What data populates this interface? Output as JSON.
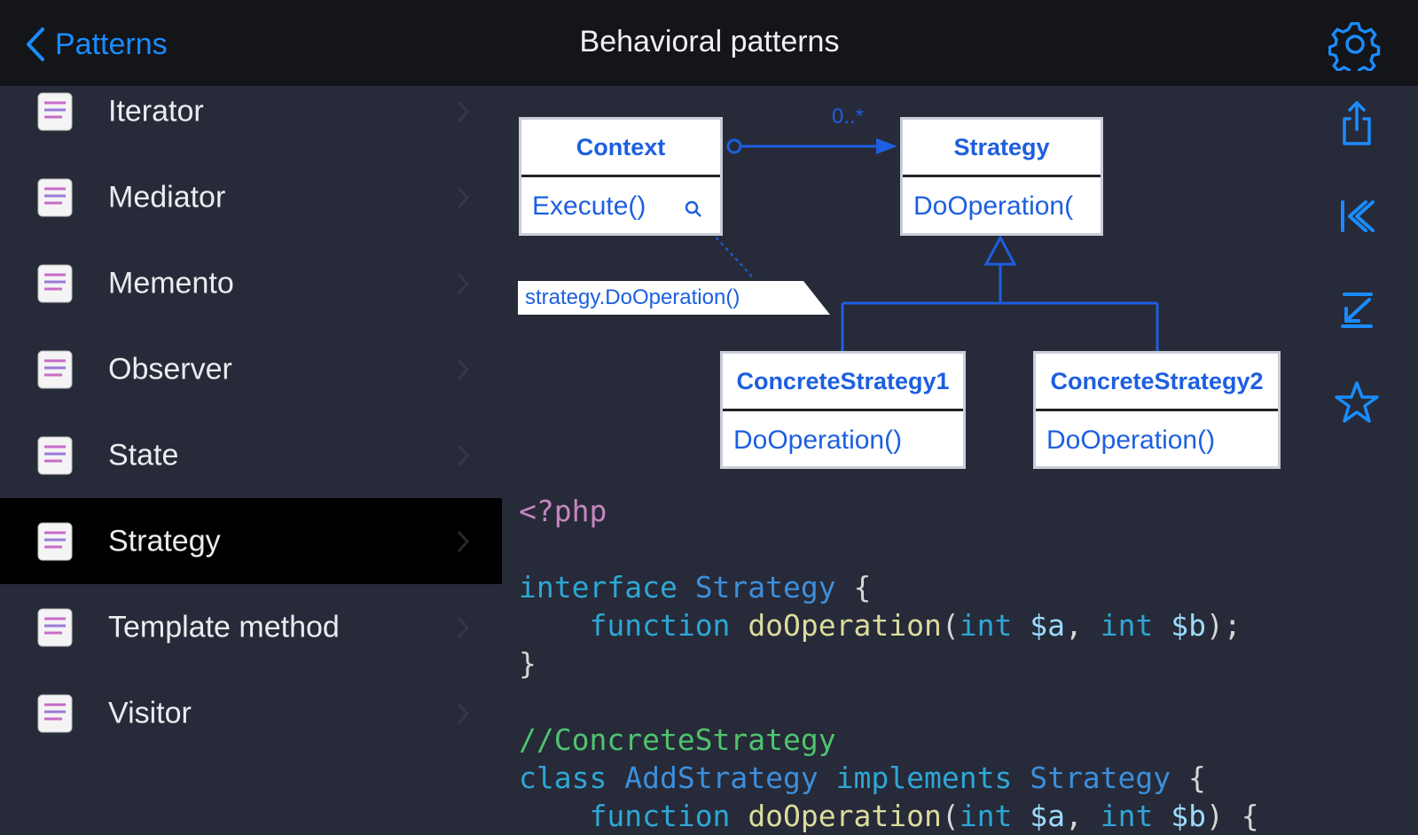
{
  "navbar": {
    "back_label": "Patterns",
    "title": "Behavioral patterns",
    "accent_color": "#1a8cff"
  },
  "sidebar": {
    "items": [
      {
        "label": "Iterator",
        "active": false
      },
      {
        "label": "Mediator",
        "active": false
      },
      {
        "label": "Memento",
        "active": false
      },
      {
        "label": "Observer",
        "active": false
      },
      {
        "label": "State",
        "active": false
      },
      {
        "label": "Strategy",
        "active": true
      },
      {
        "label": "Template method",
        "active": false
      },
      {
        "label": "Visitor",
        "active": false
      }
    ]
  },
  "toolbar": [
    "share-icon",
    "first-page-icon",
    "last-page-icon",
    "star-icon"
  ],
  "diagram": {
    "multiplicity": "0..*",
    "context": {
      "title": "Context",
      "method": "Execute()"
    },
    "strategy": {
      "title": "Strategy",
      "method": "DoOperation("
    },
    "note": "strategy.DoOperation()",
    "concrete1": {
      "title": "ConcreteStrategy1",
      "method": "DoOperation()"
    },
    "concrete2": {
      "title": "ConcreteStrategy2",
      "method": "DoOperation()"
    }
  },
  "code": {
    "line1": "<?php",
    "line2_kw": "interface",
    "line2_name": "Strategy",
    "line2_end": " {",
    "line3_kw": "function",
    "line3_fn": "doOperation",
    "line3_p1": "(",
    "line3_t1": "int",
    "line3_v1": "$a",
    "line3_sep": ", ",
    "line3_t2": "int",
    "line3_v2": "$b",
    "line3_end": ");",
    "line4": "}",
    "line5": "//ConcreteStrategy",
    "line6_kw": "class",
    "line6_name": "AddStrategy",
    "line6_impl": "implements",
    "line6_iface": "Strategy",
    "line6_end": " {",
    "line7_kw": "function",
    "line7_fn": "doOperation",
    "line7_p1": "(",
    "line7_t1": "int",
    "line7_v1": "$a",
    "line7_sep": ", ",
    "line7_t2": "int",
    "line7_v2": "$b",
    "line7_end": ") {"
  }
}
